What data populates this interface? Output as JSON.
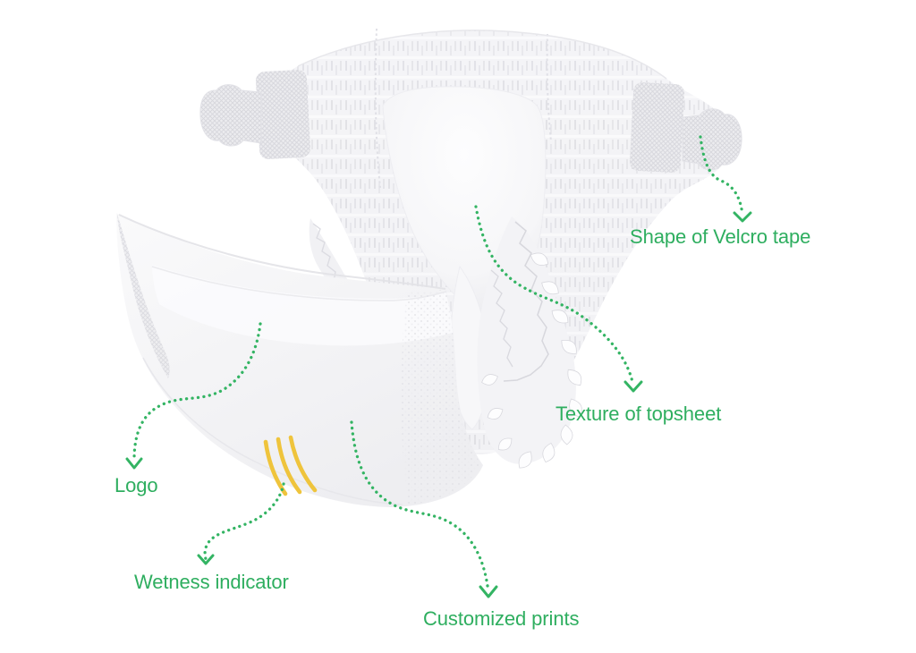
{
  "colors": {
    "label_green": "#2EAE5F",
    "arrow_green": "#33B463",
    "wetness_yellow": "#EFC43C"
  },
  "annotations": {
    "velcro_tape": {
      "label": "Shape of Velcro tape"
    },
    "topsheet": {
      "label": "Texture of topsheet"
    },
    "logo": {
      "label": "Logo"
    },
    "wetness_indicator": {
      "label": "Wetness indicator"
    },
    "customized_prints": {
      "label": "Customized prints"
    }
  }
}
